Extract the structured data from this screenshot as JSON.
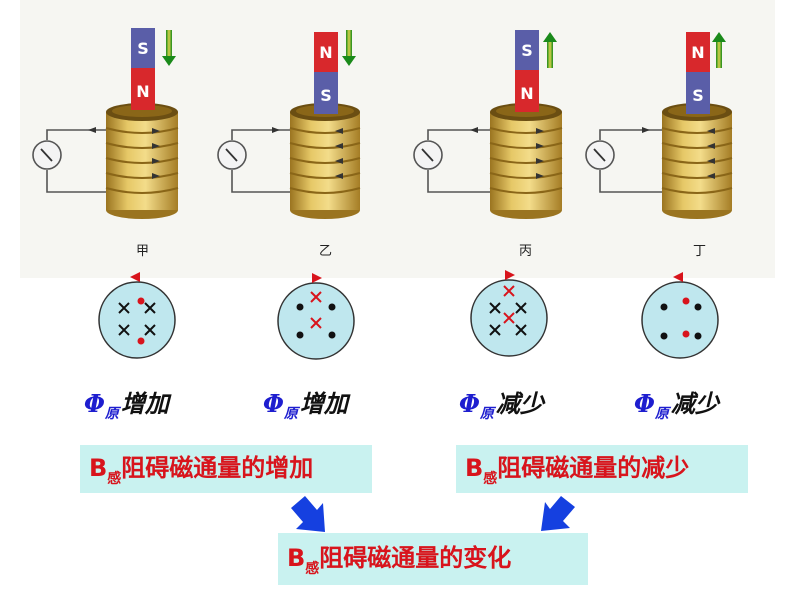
{
  "coil_labels": [
    "甲",
    "乙",
    "丙",
    "丁"
  ],
  "magnets": [
    {
      "top": "S",
      "bottom": "N",
      "arrow": "down"
    },
    {
      "top": "N",
      "bottom": "S",
      "arrow": "down"
    },
    {
      "top": "S",
      "bottom": "N",
      "arrow": "up"
    },
    {
      "top": "N",
      "bottom": "S",
      "arrow": "up"
    }
  ],
  "flux_captions": [
    {
      "symbol": "Φ",
      "subscript": "原",
      "text": "增加"
    },
    {
      "symbol": "Φ",
      "subscript": "原",
      "text": "增加"
    },
    {
      "symbol": "Φ",
      "subscript": "原",
      "text": "减少"
    },
    {
      "symbol": "Φ",
      "subscript": "原",
      "text": "减少"
    }
  ],
  "boxes": {
    "left": {
      "prefix": "B",
      "subscript": "感",
      "text": "阻碍磁通量的增加"
    },
    "right": {
      "prefix": "B",
      "subscript": "感",
      "text": "阻碍磁通量的减少"
    },
    "bottom": {
      "prefix": "B",
      "subscript": "感",
      "text": "阻碍磁通量的变化"
    }
  },
  "colors": {
    "text_red": "#d8141c",
    "box_fill": "#c9f2f0",
    "phi_blue": "#1e1ecf",
    "arrow_blue": "#1540e0",
    "circle_fill": "#bfe7ee",
    "coil_gold": "#d4b04a",
    "magnet_red": "#d8282c",
    "magnet_blue": "#5a5ea8"
  }
}
